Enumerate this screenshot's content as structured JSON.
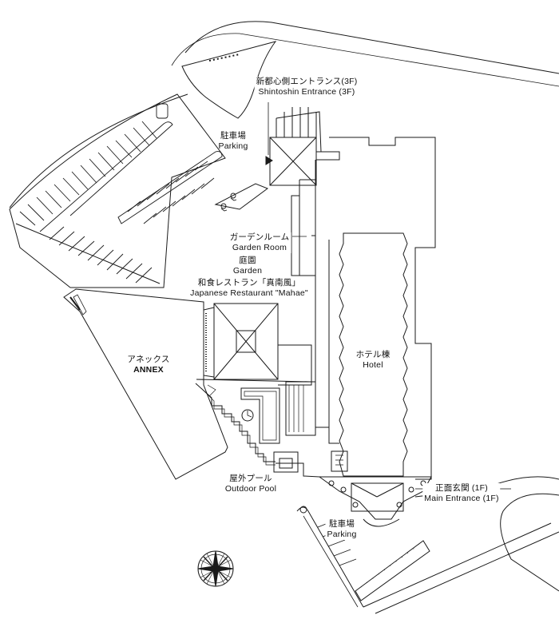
{
  "labels": {
    "shintoshin_entrance": {
      "jp": "新都心側エントランス(3F)",
      "en": "Shintoshin Entrance (3F)"
    },
    "parking_north": {
      "jp": "駐車場",
      "en": "Parking"
    },
    "garden_room": {
      "jp": "ガーデンルーム",
      "en": "Garden Room"
    },
    "garden": {
      "jp": "庭園",
      "en": "Garden"
    },
    "japanese_restaurant": {
      "jp": "和食レストラン「真南風」",
      "en": "Japanese Restaurant \"Mahae\""
    },
    "annex": {
      "jp": "アネックス",
      "en": "ANNEX"
    },
    "hotel": {
      "jp": "ホテル棟",
      "en": "Hotel"
    },
    "outdoor_pool": {
      "jp": "屋外プール",
      "en": "Outdoor Pool"
    },
    "main_entrance": {
      "jp": "正面玄関 (1F)",
      "en": "Main Entrance (1F)"
    },
    "parking_south": {
      "jp": "駐車場",
      "en": "Parking"
    }
  },
  "icons": [
    "compass-rose-icon",
    "entrance-arrow-icon",
    "accessible-parking-icon",
    "clock-icon"
  ],
  "colors": {
    "line": "#1a1a1a",
    "background": "#ffffff"
  }
}
